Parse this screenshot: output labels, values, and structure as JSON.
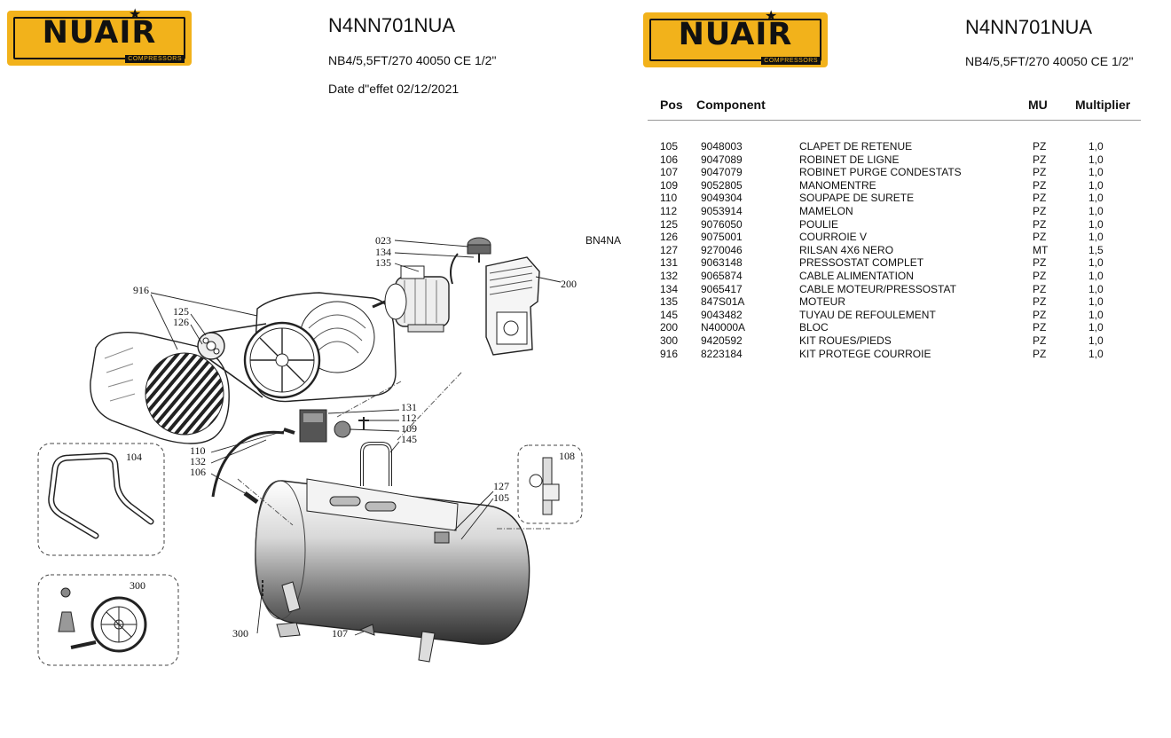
{
  "left_page": {
    "logo": {
      "brand": "NUAIR",
      "tagline": "COMPRESSORS"
    },
    "title": "N4NN701NUA",
    "model": "NB4/5,5FT/270 40050 CE 1/2\"",
    "effective_date": "Date d\"effet 02/12/2021"
  },
  "diagram": {
    "code": "BN4NA",
    "callouts": {
      "c023": "023",
      "c134": "134",
      "c135": "135",
      "c200": "200",
      "c916": "916",
      "c125": "125",
      "c126": "126",
      "c131": "131",
      "c112": "112",
      "c109": "109",
      "c145": "145",
      "c110": "110",
      "c132": "132",
      "c106": "106",
      "c104": "104",
      "c108": "108",
      "c127": "127",
      "c105": "105",
      "c300a": "300",
      "c300b": "300",
      "c107": "107"
    }
  },
  "right_page": {
    "logo": {
      "brand": "NUAIR",
      "tagline": "COMPRESSORS"
    },
    "title": "N4NN701NUA",
    "model": "NB4/5,5FT/270 40050 CE 1/2\""
  },
  "parts_table": {
    "headers": {
      "pos": "Pos",
      "component": "Component",
      "mu": "MU",
      "multiplier": "Multiplier"
    },
    "rows": [
      {
        "pos": "105",
        "code": "9048003",
        "desc": "CLAPET DE RETENUE",
        "mu": "PZ",
        "mult": "1,0"
      },
      {
        "pos": "106",
        "code": "9047089",
        "desc": "ROBINET DE LIGNE",
        "mu": "PZ",
        "mult": "1,0"
      },
      {
        "pos": "107",
        "code": "9047079",
        "desc": "ROBINET PURGE CONDESTATS",
        "mu": "PZ",
        "mult": "1,0"
      },
      {
        "pos": "109",
        "code": "9052805",
        "desc": "MANOMENTRE",
        "mu": "PZ",
        "mult": "1,0"
      },
      {
        "pos": "110",
        "code": "9049304",
        "desc": "SOUPAPE DE SURETE",
        "mu": "PZ",
        "mult": "1,0"
      },
      {
        "pos": "112",
        "code": "9053914",
        "desc": "MAMELON",
        "mu": "PZ",
        "mult": "1,0"
      },
      {
        "pos": "125",
        "code": "9076050",
        "desc": "POULIE",
        "mu": "PZ",
        "mult": "1,0"
      },
      {
        "pos": "126",
        "code": "9075001",
        "desc": "COURROIE  V",
        "mu": "PZ",
        "mult": "1,0"
      },
      {
        "pos": "127",
        "code": "9270046",
        "desc": "RILSAN 4X6 NERO",
        "mu": "MT",
        "mult": "1,5"
      },
      {
        "pos": "131",
        "code": "9063148",
        "desc": "PRESSOSTAT COMPLET",
        "mu": "PZ",
        "mult": "1,0"
      },
      {
        "pos": "132",
        "code": "9065874",
        "desc": "CABLE ALIMENTATION",
        "mu": "PZ",
        "mult": "1,0"
      },
      {
        "pos": "134",
        "code": "9065417",
        "desc": "CABLE MOTEUR/PRESSOSTAT",
        "mu": "PZ",
        "mult": "1,0"
      },
      {
        "pos": "135",
        "code": "847S01A",
        "desc": "MOTEUR",
        "mu": "PZ",
        "mult": "1,0"
      },
      {
        "pos": "145",
        "code": "9043482",
        "desc": "TUYAU DE REFOULEMENT",
        "mu": "PZ",
        "mult": "1,0"
      },
      {
        "pos": "200",
        "code": "N40000A",
        "desc": "BLOC",
        "mu": "PZ",
        "mult": "1,0"
      },
      {
        "pos": "300",
        "code": "9420592",
        "desc": "KIT ROUES/PIEDS",
        "mu": "PZ",
        "mult": "1,0"
      },
      {
        "pos": "916",
        "code": "8223184",
        "desc": "KIT PROTEGE COURROIE",
        "mu": "PZ",
        "mult": "1,0"
      }
    ]
  }
}
